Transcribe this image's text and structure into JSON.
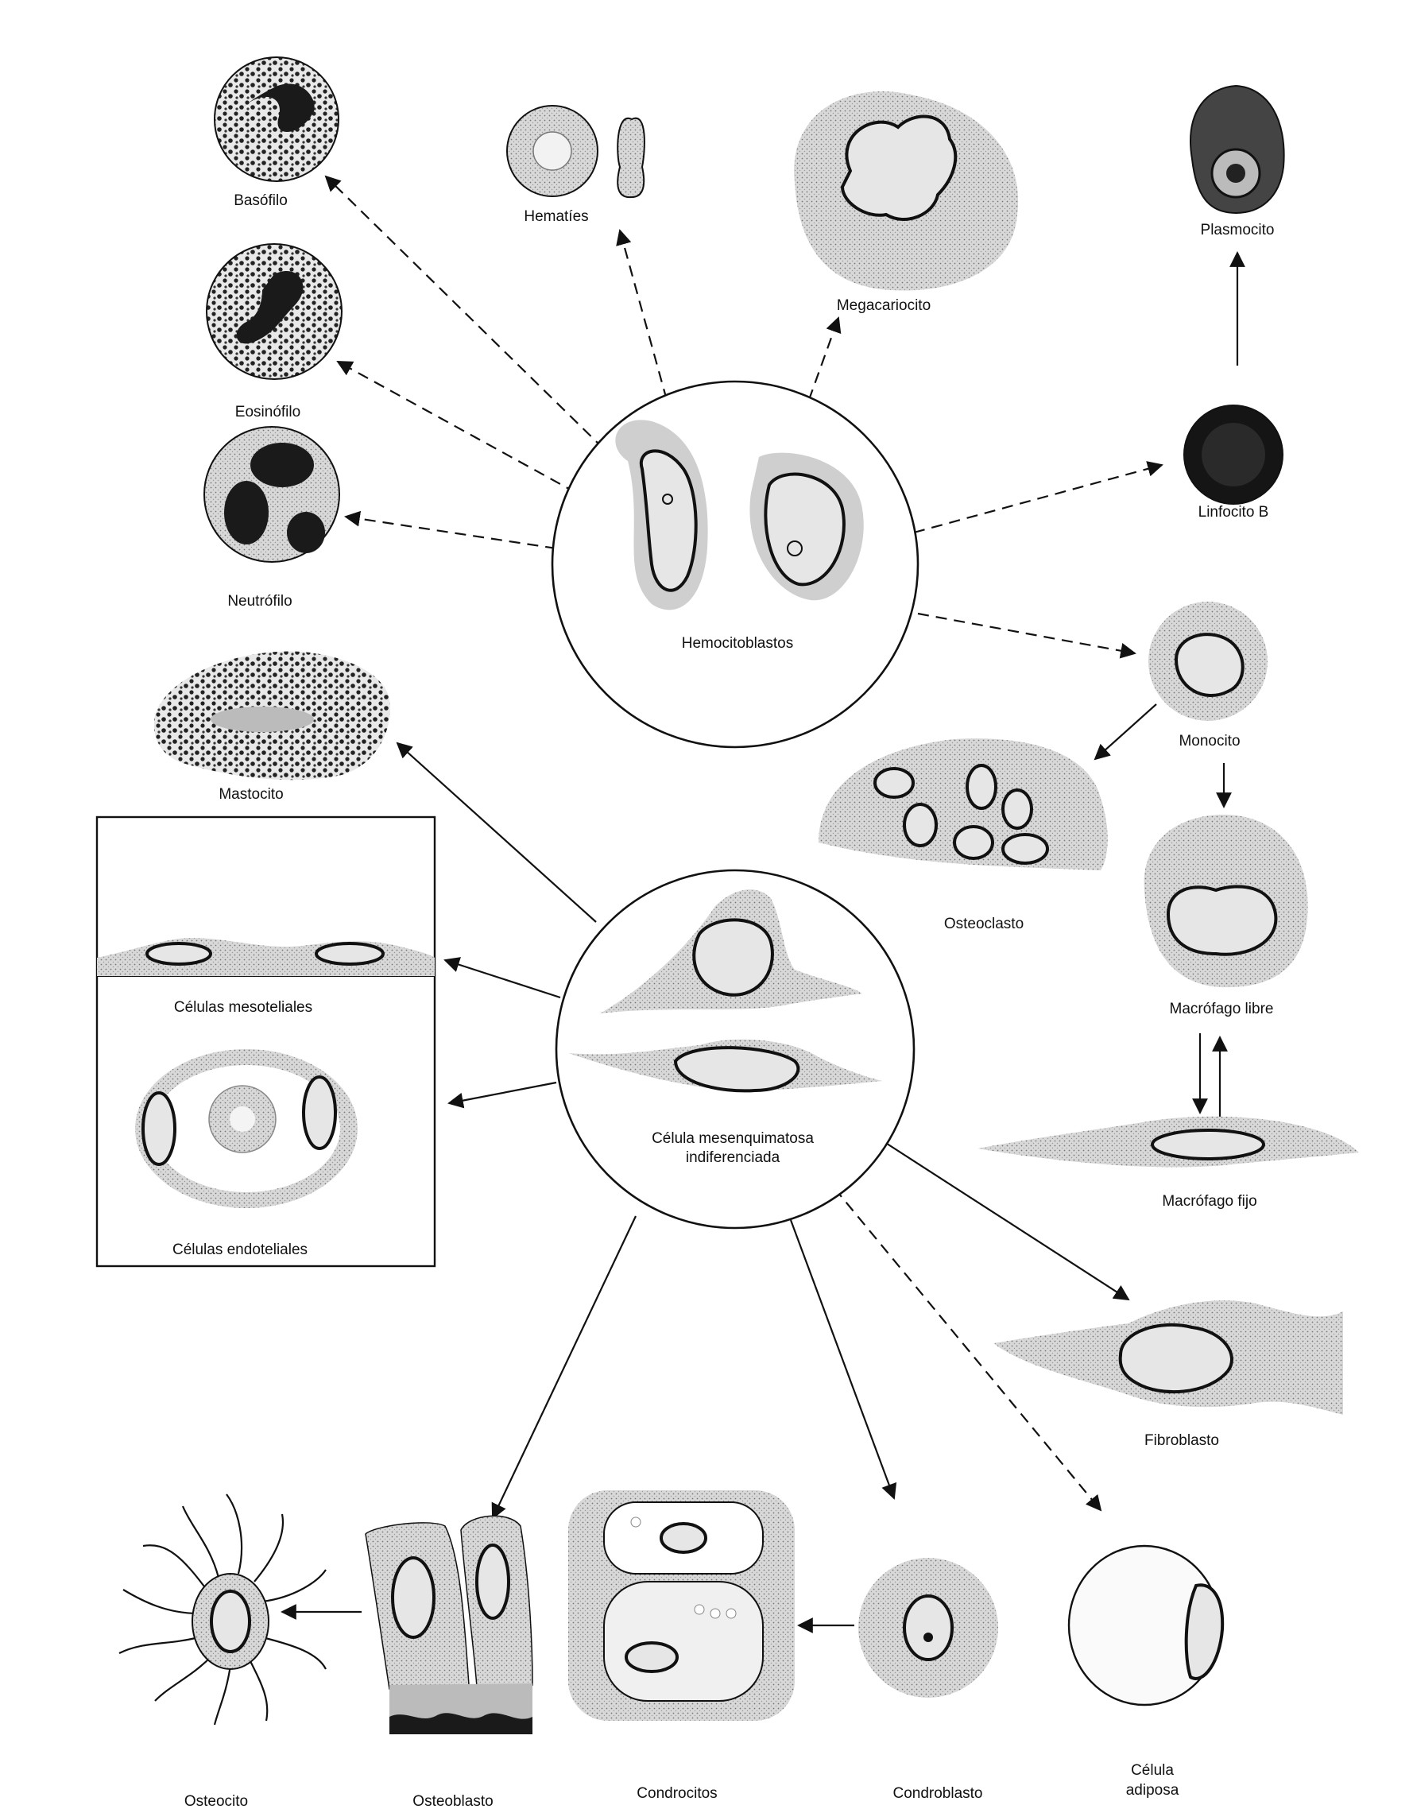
{
  "labels": {
    "basofilo": "Basófilo",
    "hematies": "Hematíes",
    "megacariocito": "Megacariocito",
    "plasmocito": "Plasmocito",
    "eosinofilo": "Eosinófilo",
    "neutrofilo": "Neutrófilo",
    "linfocito_b": "Linfocito B",
    "hemocitoblastos": "Hemocitoblastos",
    "monocito": "Monocito",
    "mastocito": "Mastocito",
    "osteoclasto": "Osteoclasto",
    "macrofago_libre": "Macrófago libre",
    "celulas_mesoteliales": "Células mesoteliales",
    "celula_mesenquimatosa_1": "Célula mesenquimatosa",
    "celula_mesenquimatosa_2": "indiferenciada",
    "macrofago_fijo": "Macrófago fijo",
    "celulas_endoteliales": "Células endoteliales",
    "fibroblasto": "Fibroblasto",
    "condrocitos": "Condrocitos",
    "condroblasto": "Condroblasto",
    "celula_adiposa_1": "Célula",
    "celula_adiposa_2": "adiposa",
    "osteocito": "Osteocito",
    "osteoblasto": "Osteoblasto"
  }
}
